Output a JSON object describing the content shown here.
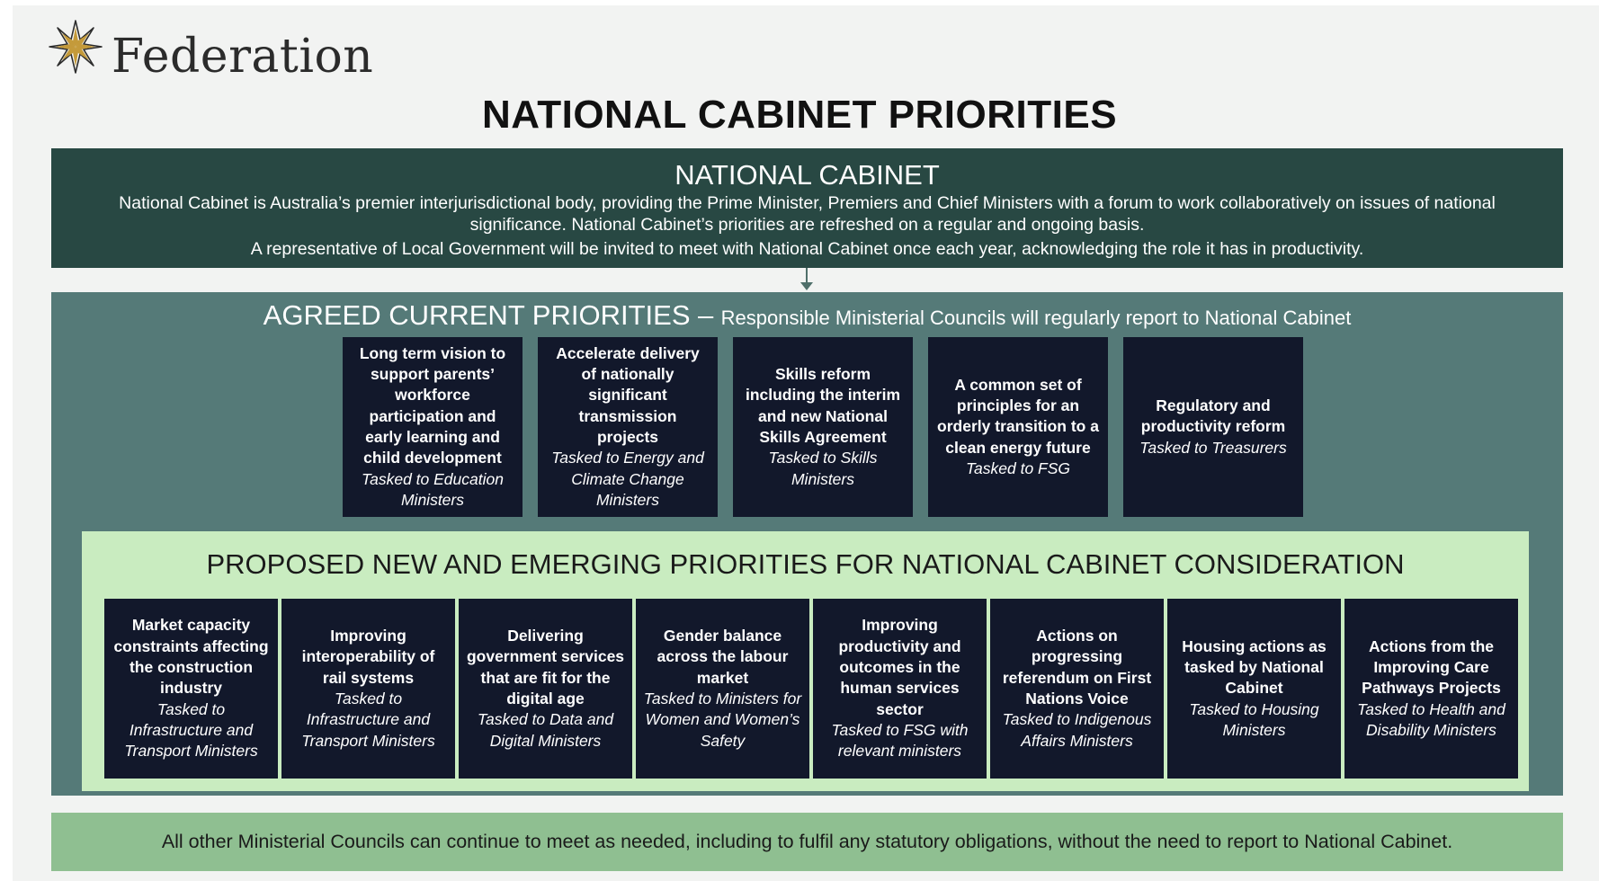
{
  "logo": {
    "icon": "star-icon",
    "text": "Federation"
  },
  "title": "NATIONAL CABINET PRIORITIES",
  "national_cabinet": {
    "title": "NATIONAL CABINET",
    "description": "National Cabinet is Australia’s premier interjurisdictional body, providing the Prime Minister, Premiers and Chief Ministers with a forum to work collaboratively on issues of national significance. National Cabinet’s priorities are refreshed on a regular and ongoing basis.",
    "note": "A representative of Local Government will be invited to meet with National Cabinet once each year, acknowledging the role it has in productivity."
  },
  "agreed": {
    "title": "AGREED CURRENT PRIORITIES",
    "dash": "–",
    "subtitle": "Responsible Ministerial Councils will regularly report to National Cabinet",
    "items": [
      {
        "title": "Long term vision to support parents’ workforce participation and early learning and child development",
        "tasked": "Tasked to Education Ministers"
      },
      {
        "title": "Accelerate delivery of nationally significant transmission projects",
        "tasked": "Tasked to Energy and Climate Change Ministers"
      },
      {
        "title": "Skills reform including the interim and new National Skills Agreement",
        "tasked": "Tasked to Skills Ministers"
      },
      {
        "title": "A common set of principles for an orderly transition to a clean energy future",
        "tasked": "Tasked to FSG"
      },
      {
        "title": "Regulatory and productivity reform",
        "tasked": "Tasked to Treasurers"
      }
    ]
  },
  "emerging": {
    "title": "PROPOSED NEW AND EMERGING PRIORITIES FOR NATIONAL CABINET CONSIDERATION",
    "items": [
      {
        "title": "Market capacity constraints affecting the construction industry",
        "tasked": "Tasked to Infrastructure and Transport Ministers"
      },
      {
        "title": "Improving interoperability of rail systems",
        "tasked": "Tasked to Infrastructure and Transport Ministers"
      },
      {
        "title": "Delivering government services that are fit for the digital age",
        "tasked": "Tasked to Data and Digital Ministers"
      },
      {
        "title": "Gender balance across the labour market",
        "tasked": "Tasked to Ministers for Women and Women’s Safety"
      },
      {
        "title": "Improving productivity and outcomes in the human services sector",
        "tasked": "Tasked to FSG with relevant ministers"
      },
      {
        "title": "Actions on progressing referendum on First Nations Voice",
        "tasked": "Tasked to Indigenous Affairs Ministers"
      },
      {
        "title": "Housing actions as tasked by National Cabinet",
        "tasked": "Tasked to Housing Ministers"
      },
      {
        "title": "Actions from the Improving Care Pathways Projects",
        "tasked": "Tasked to Health and Disability Ministers"
      }
    ]
  },
  "footer": "All other Ministerial Councils can continue to meet as needed, including to fulfil any statutory obligations, without the need to report to National Cabinet.",
  "colors": {
    "national_cabinet_bg": "#284843",
    "agreed_bg": "#557a78",
    "emerging_bg": "#c9ecc0",
    "box_bg": "#12182b",
    "footer_bg": "#8fbf91"
  }
}
